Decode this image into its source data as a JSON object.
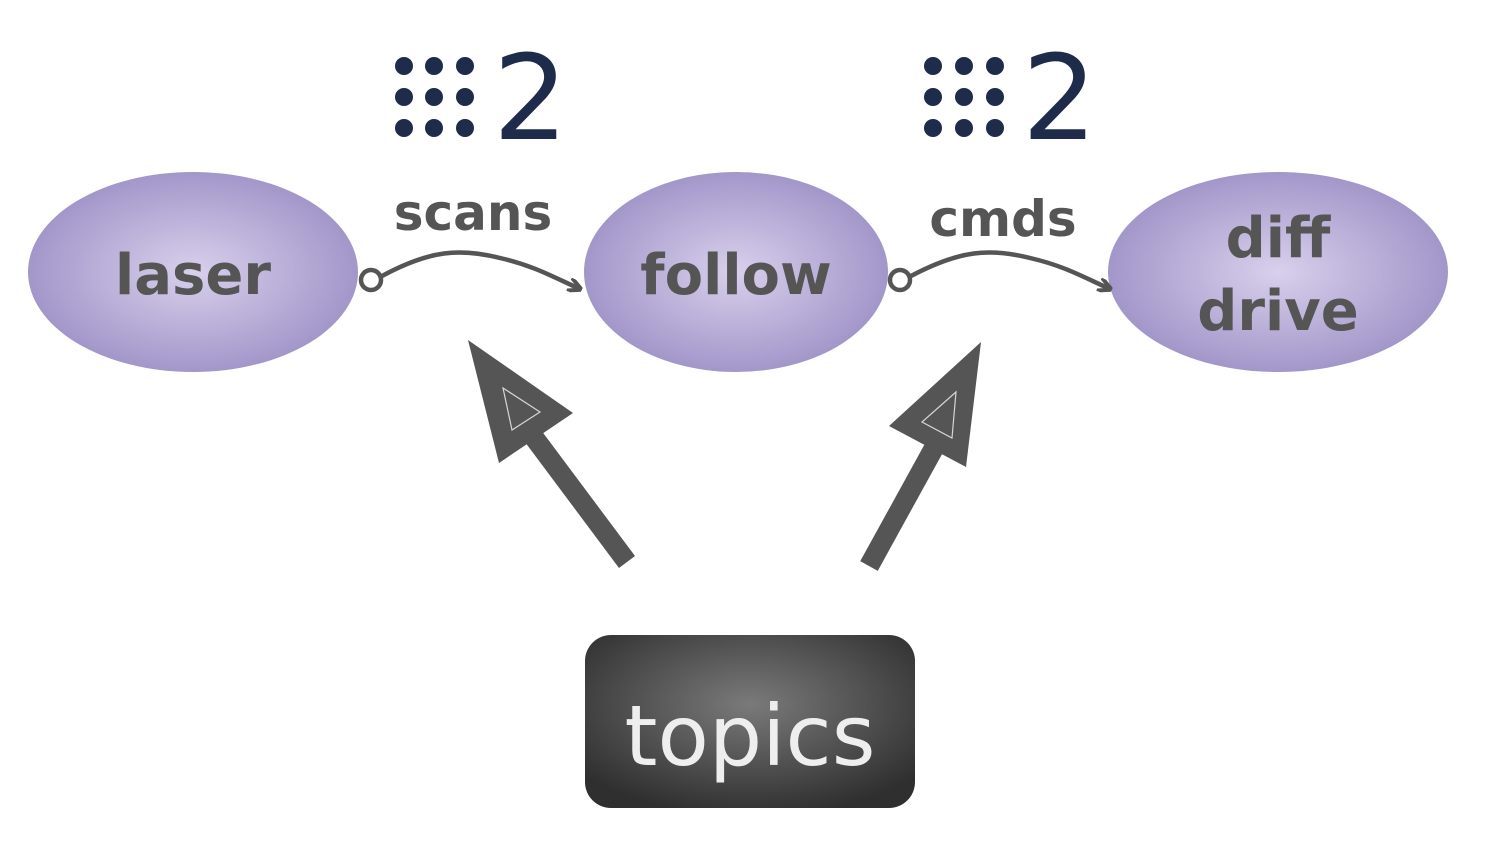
{
  "colors": {
    "node_fill_center": "#d8d0ec",
    "node_fill_edge": "#9d91c6",
    "text_gray": "#555555",
    "arrow_gray": "#555555",
    "count_navy": "#1e2b4a",
    "topics_box_center": "#7a7a7a",
    "topics_box_edge": "#2f2f2f",
    "topics_text": "#eeeeee"
  },
  "nodes": {
    "laser": {
      "label": "laser"
    },
    "follow": {
      "label": "follow"
    },
    "diff_drive": {
      "label_line1": "diff",
      "label_line2": "drive"
    }
  },
  "edges": {
    "scans": {
      "label": "scans",
      "count": "2",
      "count_icon": "braille-dots-icon"
    },
    "cmds": {
      "label": "cmds",
      "count": "2",
      "count_icon": "braille-dots-icon"
    }
  },
  "topics_box": {
    "label": "topics"
  }
}
